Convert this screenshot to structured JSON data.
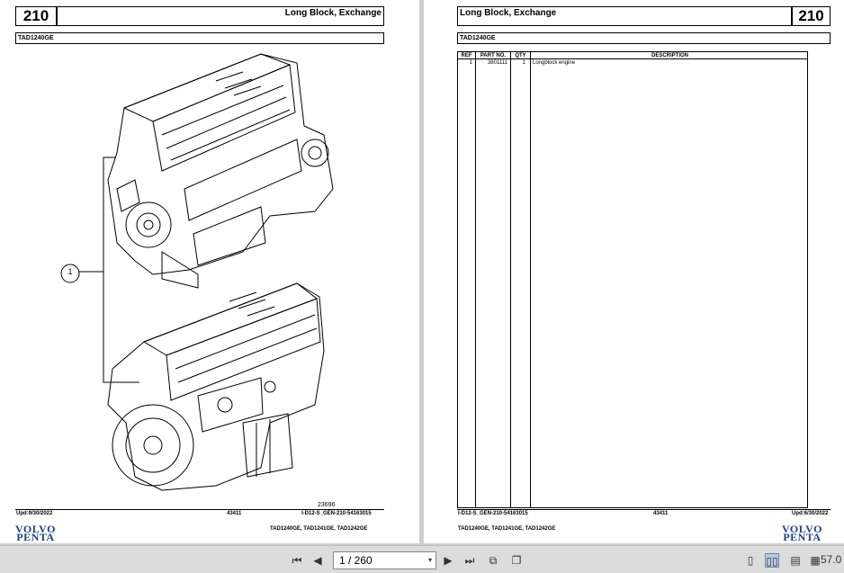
{
  "left_page": {
    "section_number": "210",
    "title": "Long Block, Exchange",
    "model": "TAD1240GE",
    "callout_number": "1",
    "illustration_number": "23696",
    "footer": {
      "updated": "Upd:9/30/2022",
      "doc_number": "43411",
      "reference": "I-D12-S_GEN-210-54163015",
      "models": "TAD1240GE, TAD1241GE, TAD1242GE"
    },
    "logo": {
      "line1": "VOLVO",
      "line2": "PENTA"
    }
  },
  "right_page": {
    "section_number": "210",
    "title": "Long Block, Exchange",
    "model": "TAD1240GE",
    "table": {
      "headers": [
        "REF",
        "PART NO.",
        "QTY",
        "DESCRIPTION"
      ],
      "rows": [
        {
          "ref": "1",
          "part_no": "3801111",
          "qty": "1",
          "description": "Longblock engine"
        }
      ]
    },
    "footer": {
      "reference": "I-D12-S_GEN-210-54163015",
      "doc_number": "43411",
      "updated": "Upd:6/30/2022",
      "models": "TAD1240GE, TAD1241GE, TAD1242GE"
    },
    "logo": {
      "line1": "VOLVO",
      "line2": "PENTA"
    }
  },
  "toolbar": {
    "page_indicator": "1 / 260",
    "zoom": "57.0"
  },
  "icons": [
    "first-page-icon",
    "prev-page-icon",
    "next-page-icon",
    "last-page-icon",
    "rotate-icon",
    "copy-icon",
    "single-page-icon",
    "two-page-icon",
    "continuous-icon",
    "spread-icon"
  ]
}
